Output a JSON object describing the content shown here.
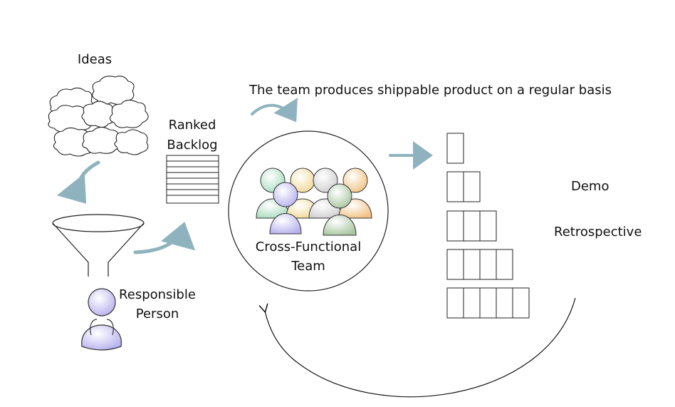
{
  "labels": {
    "ideas": "Ideas",
    "ranked_line1": "Ranked",
    "ranked_line2": "Backlog",
    "headline": "The team produces shippable product on a regular basis",
    "team_line1": "Cross-Functional",
    "team_line2": "Team",
    "person_line1": "Responsible",
    "person_line2": "Person",
    "demo": "Demo",
    "retrospective": "Retrospective"
  },
  "icons": {
    "clouds": "cloud-icon",
    "funnel": "funnel-icon",
    "backlog": "ranked-list-icon",
    "person": "person-icon",
    "team": "team-icon",
    "increments": "increment-block-icon"
  },
  "colors": {
    "arrow": "#8fb3be",
    "stroke": "#111111",
    "person": "#c9c5f2",
    "team": [
      "#bfe3cf",
      "#f3e0a8",
      "#d9d9d9",
      "#f5cf9a",
      "#c9c5f2",
      "#b9d1b3"
    ]
  },
  "increments": {
    "row_counts": [
      1,
      2,
      3,
      4,
      5
    ]
  }
}
